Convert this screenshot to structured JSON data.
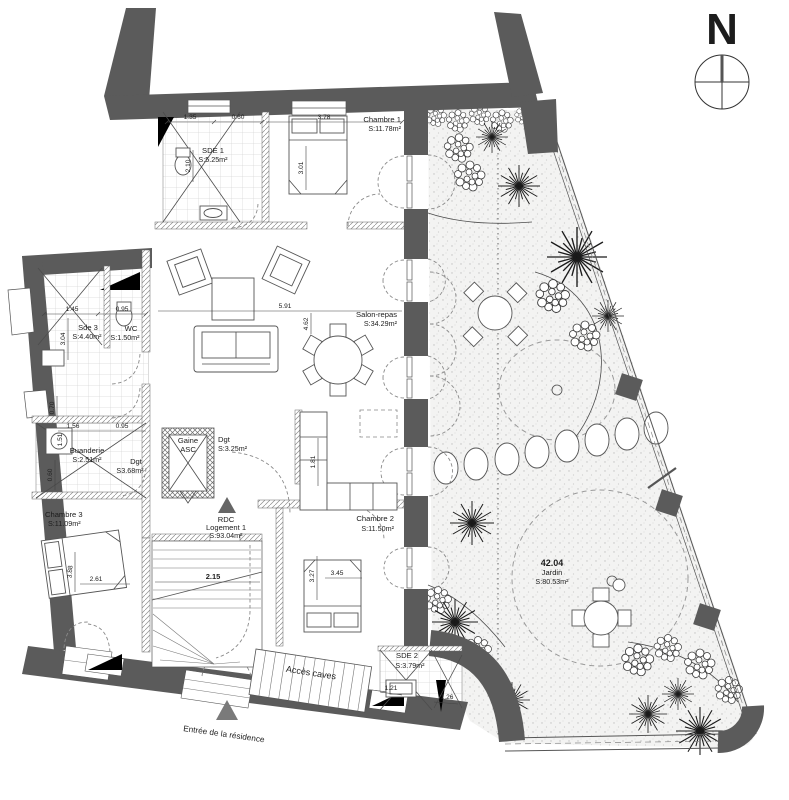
{
  "plan": {
    "type": "architectural-floor-plan",
    "labels": {
      "north": "N",
      "entrance": "Entrée de la résidence"
    },
    "rooms": {
      "sde1": {
        "name": "SDE 1",
        "area": "S:5.25m²"
      },
      "chambre1": {
        "name": "Chambre 1",
        "area": "S:11.78m²"
      },
      "sde3": {
        "name": "Sde 3",
        "area": "S:4.40m²"
      },
      "wc": {
        "name": "WC",
        "area": "S:1.50m²"
      },
      "buanderie": {
        "name": "Buanderie",
        "area": "S:2.51m²"
      },
      "dgt1": {
        "name": "Dgt",
        "area": "S3.68m²"
      },
      "gaine": {
        "line1": "Gaine",
        "line2": "ASC"
      },
      "dgt2": {
        "name": "Dgt",
        "area": "S:3.25m²"
      },
      "logement": {
        "line1": "RDC",
        "line2": "Logement 1",
        "line3": "S:93.04m²"
      },
      "salon": {
        "name": "Salon-repas",
        "area": "S:34.29m²"
      },
      "chambre2": {
        "name": "Chambre 2",
        "area": "S:11.50m²"
      },
      "chambre3": {
        "name": "Chambre 3",
        "area": "S:11.09m²"
      },
      "sde2": {
        "name": "SDE 2",
        "area": "S:3.79m²"
      },
      "acces_caves": {
        "name": "Accès caves"
      },
      "jardin": {
        "num": "42.04",
        "name": "Jardin",
        "area": "S:80.53m²"
      }
    },
    "dims": {
      "sde1_w1": "1.35",
      "sde1_w2": "0.60",
      "sde1_h": "2.10",
      "ch1_w": "3.78",
      "ch1_d": "3.01",
      "salon_w": "5.91",
      "salon_d": "4.62",
      "sde3_w": "1.45",
      "wc_w": "0.95",
      "sde3_d": "3.04",
      "bu_h": "0.70",
      "bu_w": "1.56",
      "bu_h2": "1.51",
      "bu_w2": "0.95",
      "bu_d": "0.60",
      "kitchen_d": "1.81",
      "stair_w": "2.15",
      "ch2_d": "3.27",
      "ch2_w": "3.45",
      "ch3_d": "3.88",
      "ch3_w": "2.61",
      "sde2_w": "1.21",
      "sde2_w2": "1.26"
    },
    "colors": {
      "wall": "#5b5b5b",
      "line": "#4c4c4c",
      "garden_dot": "#c2c2c2"
    }
  }
}
